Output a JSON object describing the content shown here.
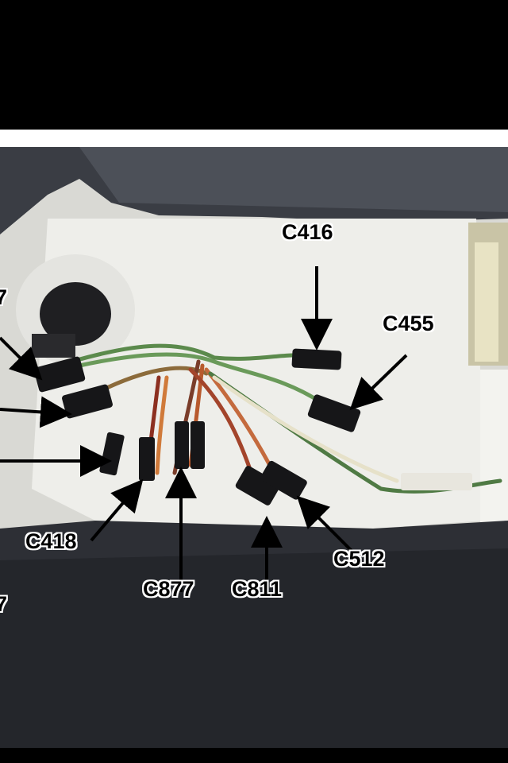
{
  "viewer": {
    "background": "#000000"
  },
  "photo": {
    "subject": "connectors behind dashboard panel with wiring harness",
    "labels": {
      "c416": "C416",
      "c455": "C455",
      "c418": "C418",
      "c877": "C877",
      "c811": "C811",
      "c512": "C512",
      "edge_top": "7",
      "edge_bottom": "7"
    }
  }
}
